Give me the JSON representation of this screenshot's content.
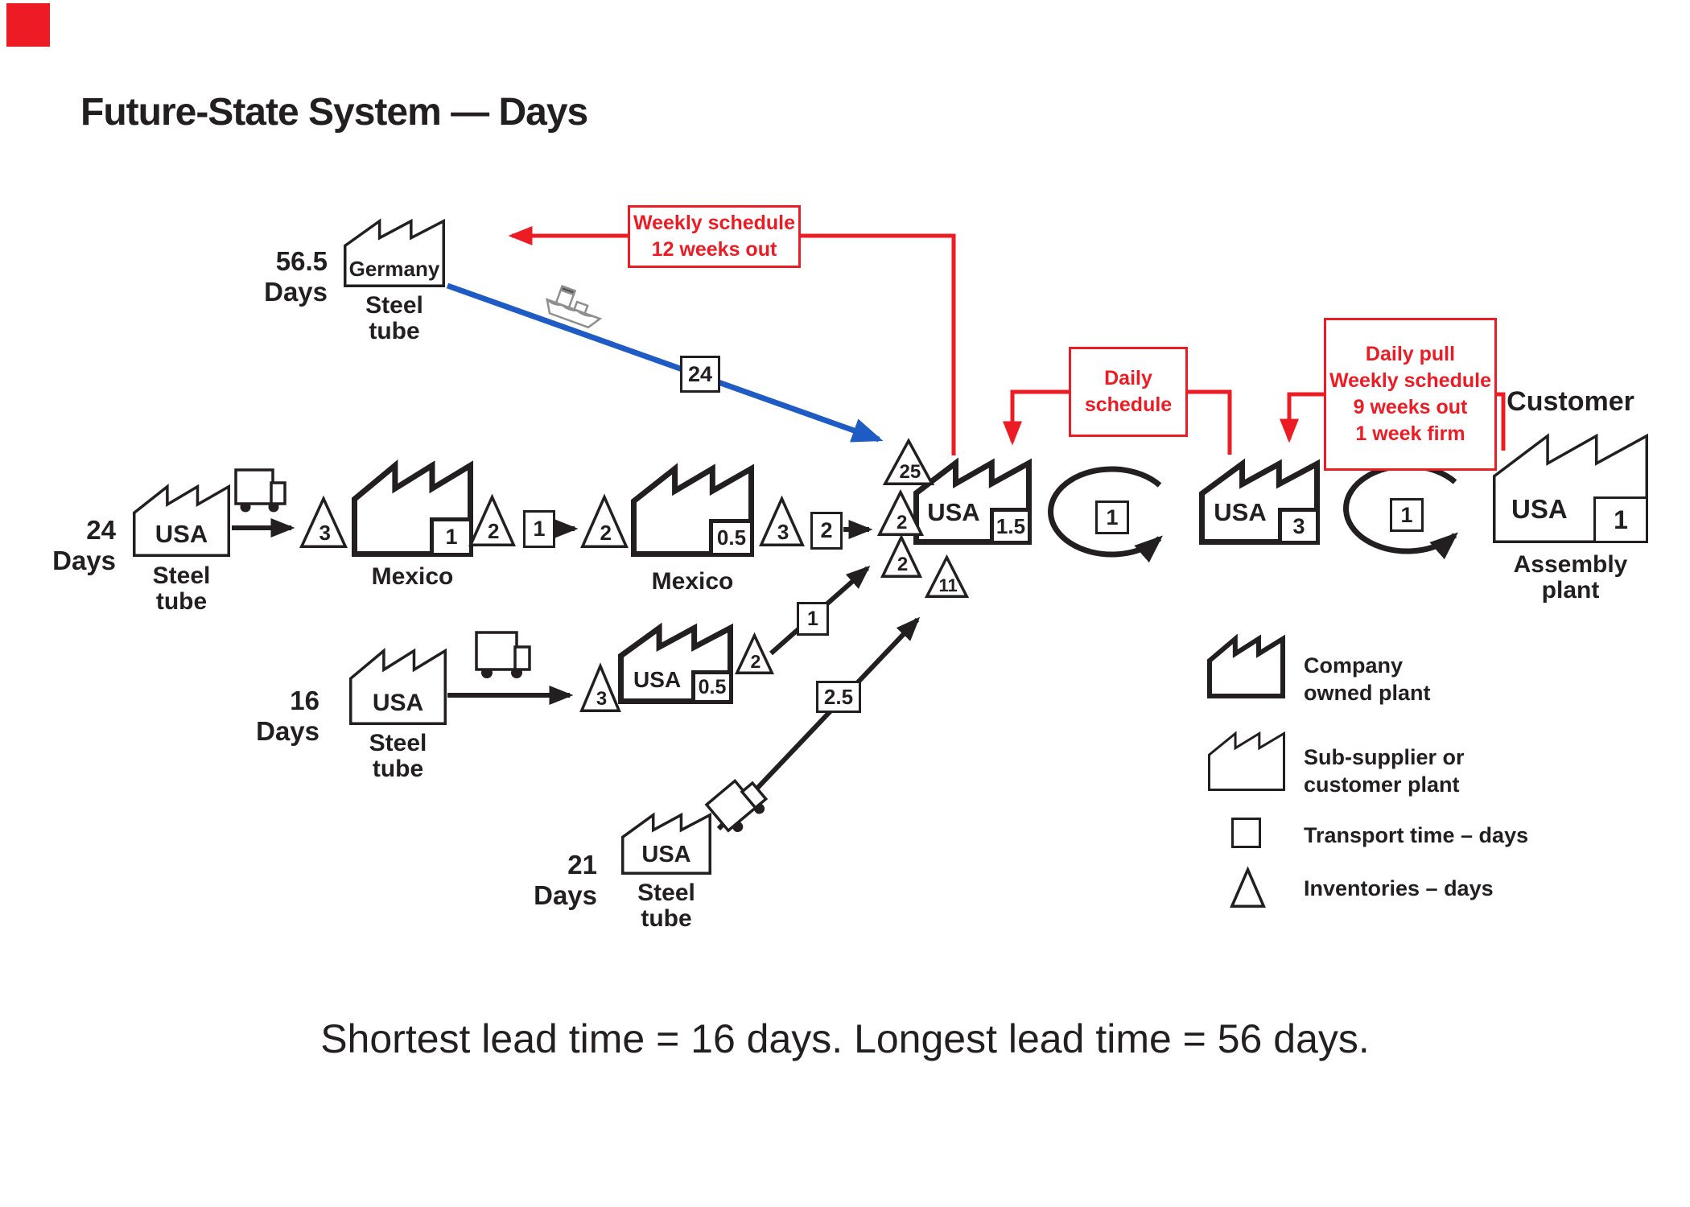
{
  "title": "Future-State System — Days",
  "footer": "Shortest lead time = 16 days. Longest lead time = 56 days.",
  "schedules": {
    "weekly": {
      "line1": "Weekly schedule",
      "line2": "12 weeks out"
    },
    "daily": {
      "line1": "Daily",
      "line2": "schedule"
    },
    "daily_pull": {
      "line1": "Daily pull",
      "line2": "Weekly schedule",
      "line3": "9 weeks out",
      "line4": "1 week firm"
    }
  },
  "germany": {
    "days": "56.5 Days",
    "name": "Germany",
    "product": "Steel\ntube",
    "transport": "24"
  },
  "chain24": {
    "days": "24 Days",
    "supplier": "USA",
    "product": "Steel\ntube",
    "inv1": "3",
    "plant1": {
      "name": "Mexico",
      "pt": "1"
    },
    "inv2": "2",
    "tr1": "1",
    "inv3": "2",
    "plant2": {
      "name": "Mexico",
      "pt": "0.5"
    },
    "inv4": "3",
    "tr2": "2",
    "inv5": "2"
  },
  "chain16": {
    "days": "16 Days",
    "supplier": "USA",
    "product": "Steel\ntube",
    "inv1": "3",
    "plant": {
      "name": "USA",
      "pt": "0.5"
    },
    "inv2": "2",
    "tr": "1"
  },
  "chain21": {
    "days": "21 Days",
    "supplier": "USA",
    "product": "Steel\ntube",
    "tr": "2.5"
  },
  "hub": {
    "name": "USA",
    "pt": "1.5",
    "inv_sea": "25",
    "inv_main": "2",
    "inv_16": "2",
    "inv_21": "11"
  },
  "loop1": "1",
  "plant2": {
    "name": "USA",
    "pt": "3"
  },
  "loop2": "1",
  "customer": {
    "label": "Customer",
    "name": "USA",
    "pt": "1",
    "caption": "Assembly\nplant"
  },
  "legend": {
    "company": "Company\nowned plant",
    "subsupplier": "Sub-supplier or\ncustomer plant",
    "transport": "Transport time – days",
    "inventories": "Inventories – days"
  }
}
